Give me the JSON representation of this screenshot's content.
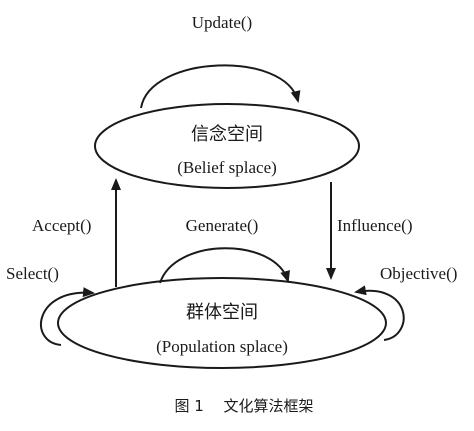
{
  "nodes": {
    "belief": {
      "title": "信念空间",
      "subtitle": "(Belief splace)"
    },
    "population": {
      "title": "群体空间",
      "subtitle": "(Population splace)"
    }
  },
  "edges": {
    "update": "Update()",
    "accept": "Accept()",
    "influence": "Influence()",
    "generate": "Generate()",
    "select": "Select()",
    "objective": "Objective()"
  },
  "caption": "图 1　 文化算法框架"
}
